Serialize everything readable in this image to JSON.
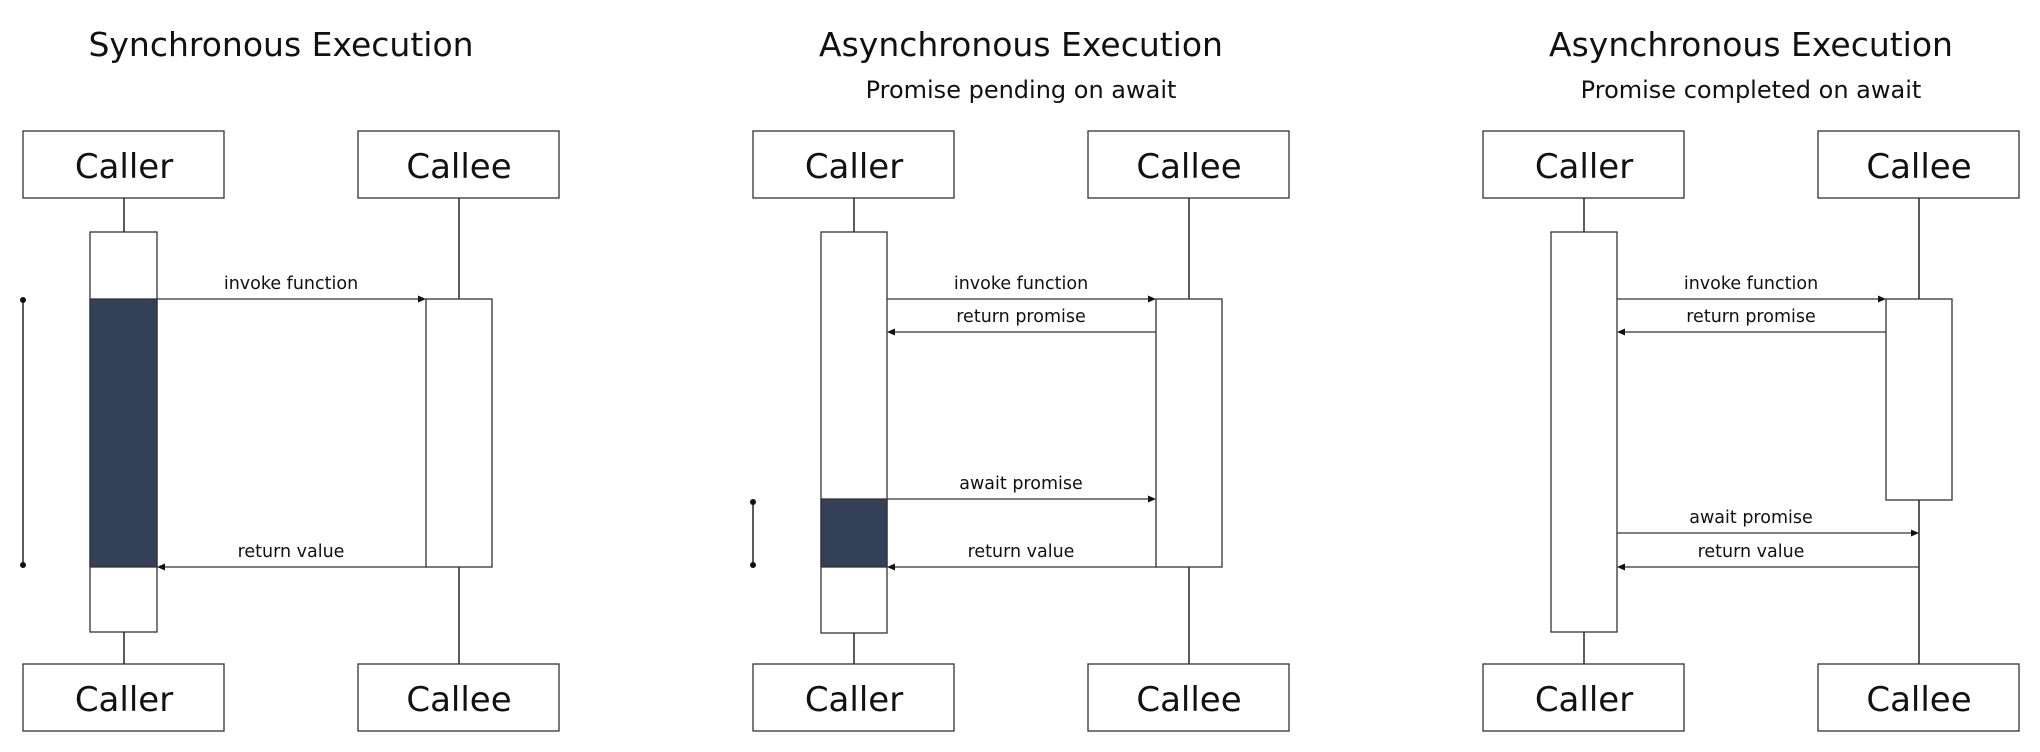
{
  "diagrams": [
    {
      "title": "Synchronous Execution",
      "subtitle": "",
      "caller_label": "Caller",
      "callee_label": "Callee",
      "messages": [
        "invoke function",
        "return value"
      ]
    },
    {
      "title": "Asynchronous Execution",
      "subtitle": "Promise pending on await",
      "caller_label": "Caller",
      "callee_label": "Callee",
      "messages": [
        "invoke function",
        "return promise",
        "await promise",
        "return value"
      ]
    },
    {
      "title": "Asynchronous Execution",
      "subtitle": "Promise completed on await",
      "caller_label": "Caller",
      "callee_label": "Callee",
      "messages": [
        "invoke function",
        "return promise",
        "await promise",
        "return value"
      ]
    }
  ],
  "colors": {
    "blocked": "#334058",
    "line": "#333333",
    "text": "#111111"
  }
}
